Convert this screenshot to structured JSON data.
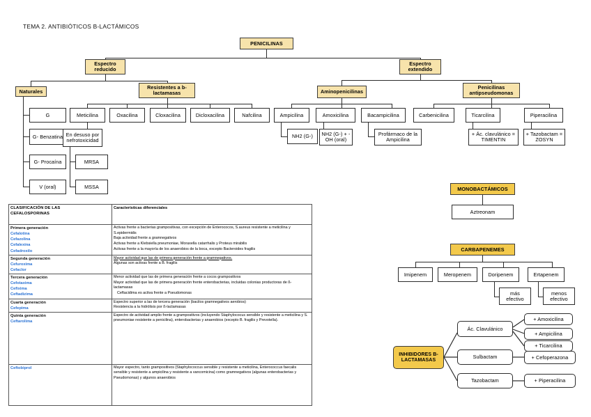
{
  "document": {
    "title": "TEMA 2. ANTIBIÓTICOS B-LACTÁMICOS"
  },
  "penicillins_tree": {
    "root": "PENICILINAS",
    "branch_reducido": "Espectro reducido",
    "branch_extendido": "Espectro extendido",
    "naturales": "Naturales",
    "naturales_children": [
      "G",
      "G- Benzatina",
      "G- Procaína",
      "V (oral)"
    ],
    "resistentes": "Resistentes a b-lactamasas",
    "resistentes_children": [
      "Meticilina",
      "Oxacilina",
      "Cloxacilina",
      "Dicloxacilina",
      "Nafcilina"
    ],
    "meticilina_note": "En desuso por nefrotoxicidad",
    "meticilina_note_children": [
      "MRSA",
      "MSSA"
    ],
    "aminopenicilinas": "Aminopenicilinas",
    "aminopenicilinas_children": [
      "Ampicilina",
      "Amoxicilina",
      "Bacampicilina"
    ],
    "ampicilina_note": "NH2 (G-)",
    "amoxicilina_note": "NH2 (G-) + -OH (oral)",
    "bacampicilina_note": "Profármaco de la Ampicilina",
    "antipseudomonas": "Penicilinas antipseudomonas",
    "antipseudomonas_children": [
      "Carbenicilina",
      "Ticarcilina",
      "Piperacilina"
    ],
    "ticarcilina_note": "+ Ác. clavulánico = TIMENTIN",
    "piperacilina_note": "+ Tazobactam = ZOSYN"
  },
  "monobactamicos": {
    "root": "MONOBACTÁMICOS",
    "child": "Aztreonam"
  },
  "carbapenemes": {
    "root": "CARBAPENEMES",
    "children": [
      "Imipenem",
      "Meropenem",
      "Doripenem",
      "Ertapenem"
    ],
    "doripenem_note": "más efectivo",
    "ertapenem_note": "menos efectivo"
  },
  "inhibidores": {
    "root": "INHIBIDORES B-LACTAMASAS",
    "items": [
      {
        "name": "Ác. Clavulánico",
        "combos": [
          "+ Amoxicilina",
          "+ Ampicilina",
          "+ Ticarcilina"
        ]
      },
      {
        "name": "Sulbactam",
        "combos": [
          "+ Cefoperazona"
        ]
      },
      {
        "name": "Tazobactam",
        "combos": [
          "+ Piperacilina"
        ]
      }
    ]
  },
  "table": {
    "header_col1_line1": "CLASIFICACIÓN DE LAS",
    "header_col1_line2": "CEFALOSPORINAS",
    "header_col2": "Características diferenciales",
    "rows": [
      {
        "generation": "Primera generación",
        "drugs": [
          "Cefalotina",
          "Cefazolina",
          "Cefalexina",
          "Cefadroxilo"
        ],
        "features": [
          "Activas frente a bacterias grampositivas, con excepción de Enterococos, S.aureus resistente a meticilina y S.epidermidis",
          "Baja actividad frente a gramnegativos",
          "Activas frente a Klebsiella pneumoniae, Moraxella catarrhalis y Proteus mirabilis",
          "Activas frente a la mayoría de los anaerobios de la boca, excepto Bacteroides fragilis"
        ]
      },
      {
        "generation": "Segunda generación",
        "drugs": [
          "Cefuroxima",
          "Cefaclor"
        ],
        "features": [
          "Mayor actividad que las de primera generación frente a gramnegativos.",
          "Algunas son activas frente a B. fragilis"
        ]
      },
      {
        "generation": "Tercera generación",
        "drugs": [
          "Cefotaxima",
          "Cefixima",
          "Ceftadizima"
        ],
        "features": [
          "Menor actividad que las de primera generación frente a cocos grampositivos",
          "Mayor actividad que las de primera generación frente enterobacterias, incluidas colonias productoras de ß-lactamasas",
          "Ceftacidima es activa frente a Pseudomonas"
        ]
      },
      {
        "generation": "Cuarta generación",
        "drugs": [
          "Cefepima"
        ],
        "features": [
          "Espectro superior a las de tercera generación (bacilos gramnegativos aerobios)",
          "Resistencia a la hidrólisis por ß-lactamasas"
        ]
      },
      {
        "generation": "Quinta generación",
        "drugs": [
          "Ceftarolima"
        ],
        "features": [
          "Espectro de actividad amplio frente a grampositivos (incluyendo Staphylococus sensible y resistente a meticilina y S. pneumoniae resistente a penicilina), enterobacterias y anaerobios (excepto B. fragilis y Prevotella)."
        ]
      },
      {
        "generation": "",
        "drugs": [
          "Ceftobiprol"
        ],
        "features": [
          "Mayor espectro, tanto grampositivos (Staphylococcus sensible y resistente a meticilina, Enterococcus faecalis sensible y resistente a ampicilina y resistente a vancomicina) como gramnegativos (algunas enterobacterias y Pseudomonas) y algunos anaerobios"
        ]
      }
    ]
  },
  "colors": {
    "highlight_light": "#f7e3ab",
    "highlight_dark": "#f3c94b",
    "drug_blue": "#2a72d4",
    "border": "#2b2b2b"
  }
}
